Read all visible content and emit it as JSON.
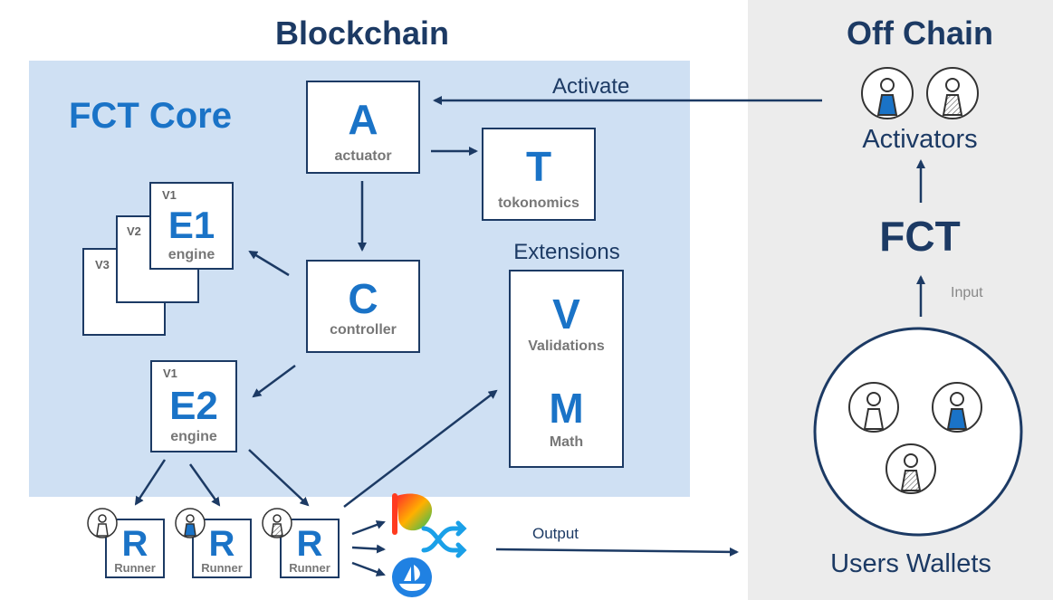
{
  "headings": {
    "blockchain": "Blockchain",
    "off_chain": "Off Chain",
    "fct_core": "FCT Core",
    "extensions": "Extensions"
  },
  "actuator": {
    "letter": "A",
    "label": "actuator"
  },
  "tokonomics": {
    "letter": "T",
    "label": "tokonomics"
  },
  "controller": {
    "letter": "C",
    "label": "controller"
  },
  "engine1": {
    "letter": "E1",
    "label": "engine",
    "versions": [
      "V1",
      "V2",
      "V3"
    ]
  },
  "engine2": {
    "letter": "E2",
    "label": "engine",
    "version": "V1"
  },
  "validations": {
    "letter": "V",
    "label": "Validations"
  },
  "math": {
    "letter": "M",
    "label": "Math"
  },
  "runners": [
    {
      "letter": "R",
      "label": "Runner"
    },
    {
      "letter": "R",
      "label": "Runner"
    },
    {
      "letter": "R",
      "label": "Runner"
    }
  ],
  "flows": {
    "activate": "Activate",
    "input": "Input",
    "output": "Output"
  },
  "activators": {
    "label": "Activators"
  },
  "fct": {
    "label": "FCT"
  },
  "users_wallets": {
    "label": "Users Wallets"
  },
  "colors": {
    "navy": "#1c3a64",
    "blue": "#1a73c7",
    "panel": "#cfe0f3",
    "offchain": "#ececec"
  }
}
